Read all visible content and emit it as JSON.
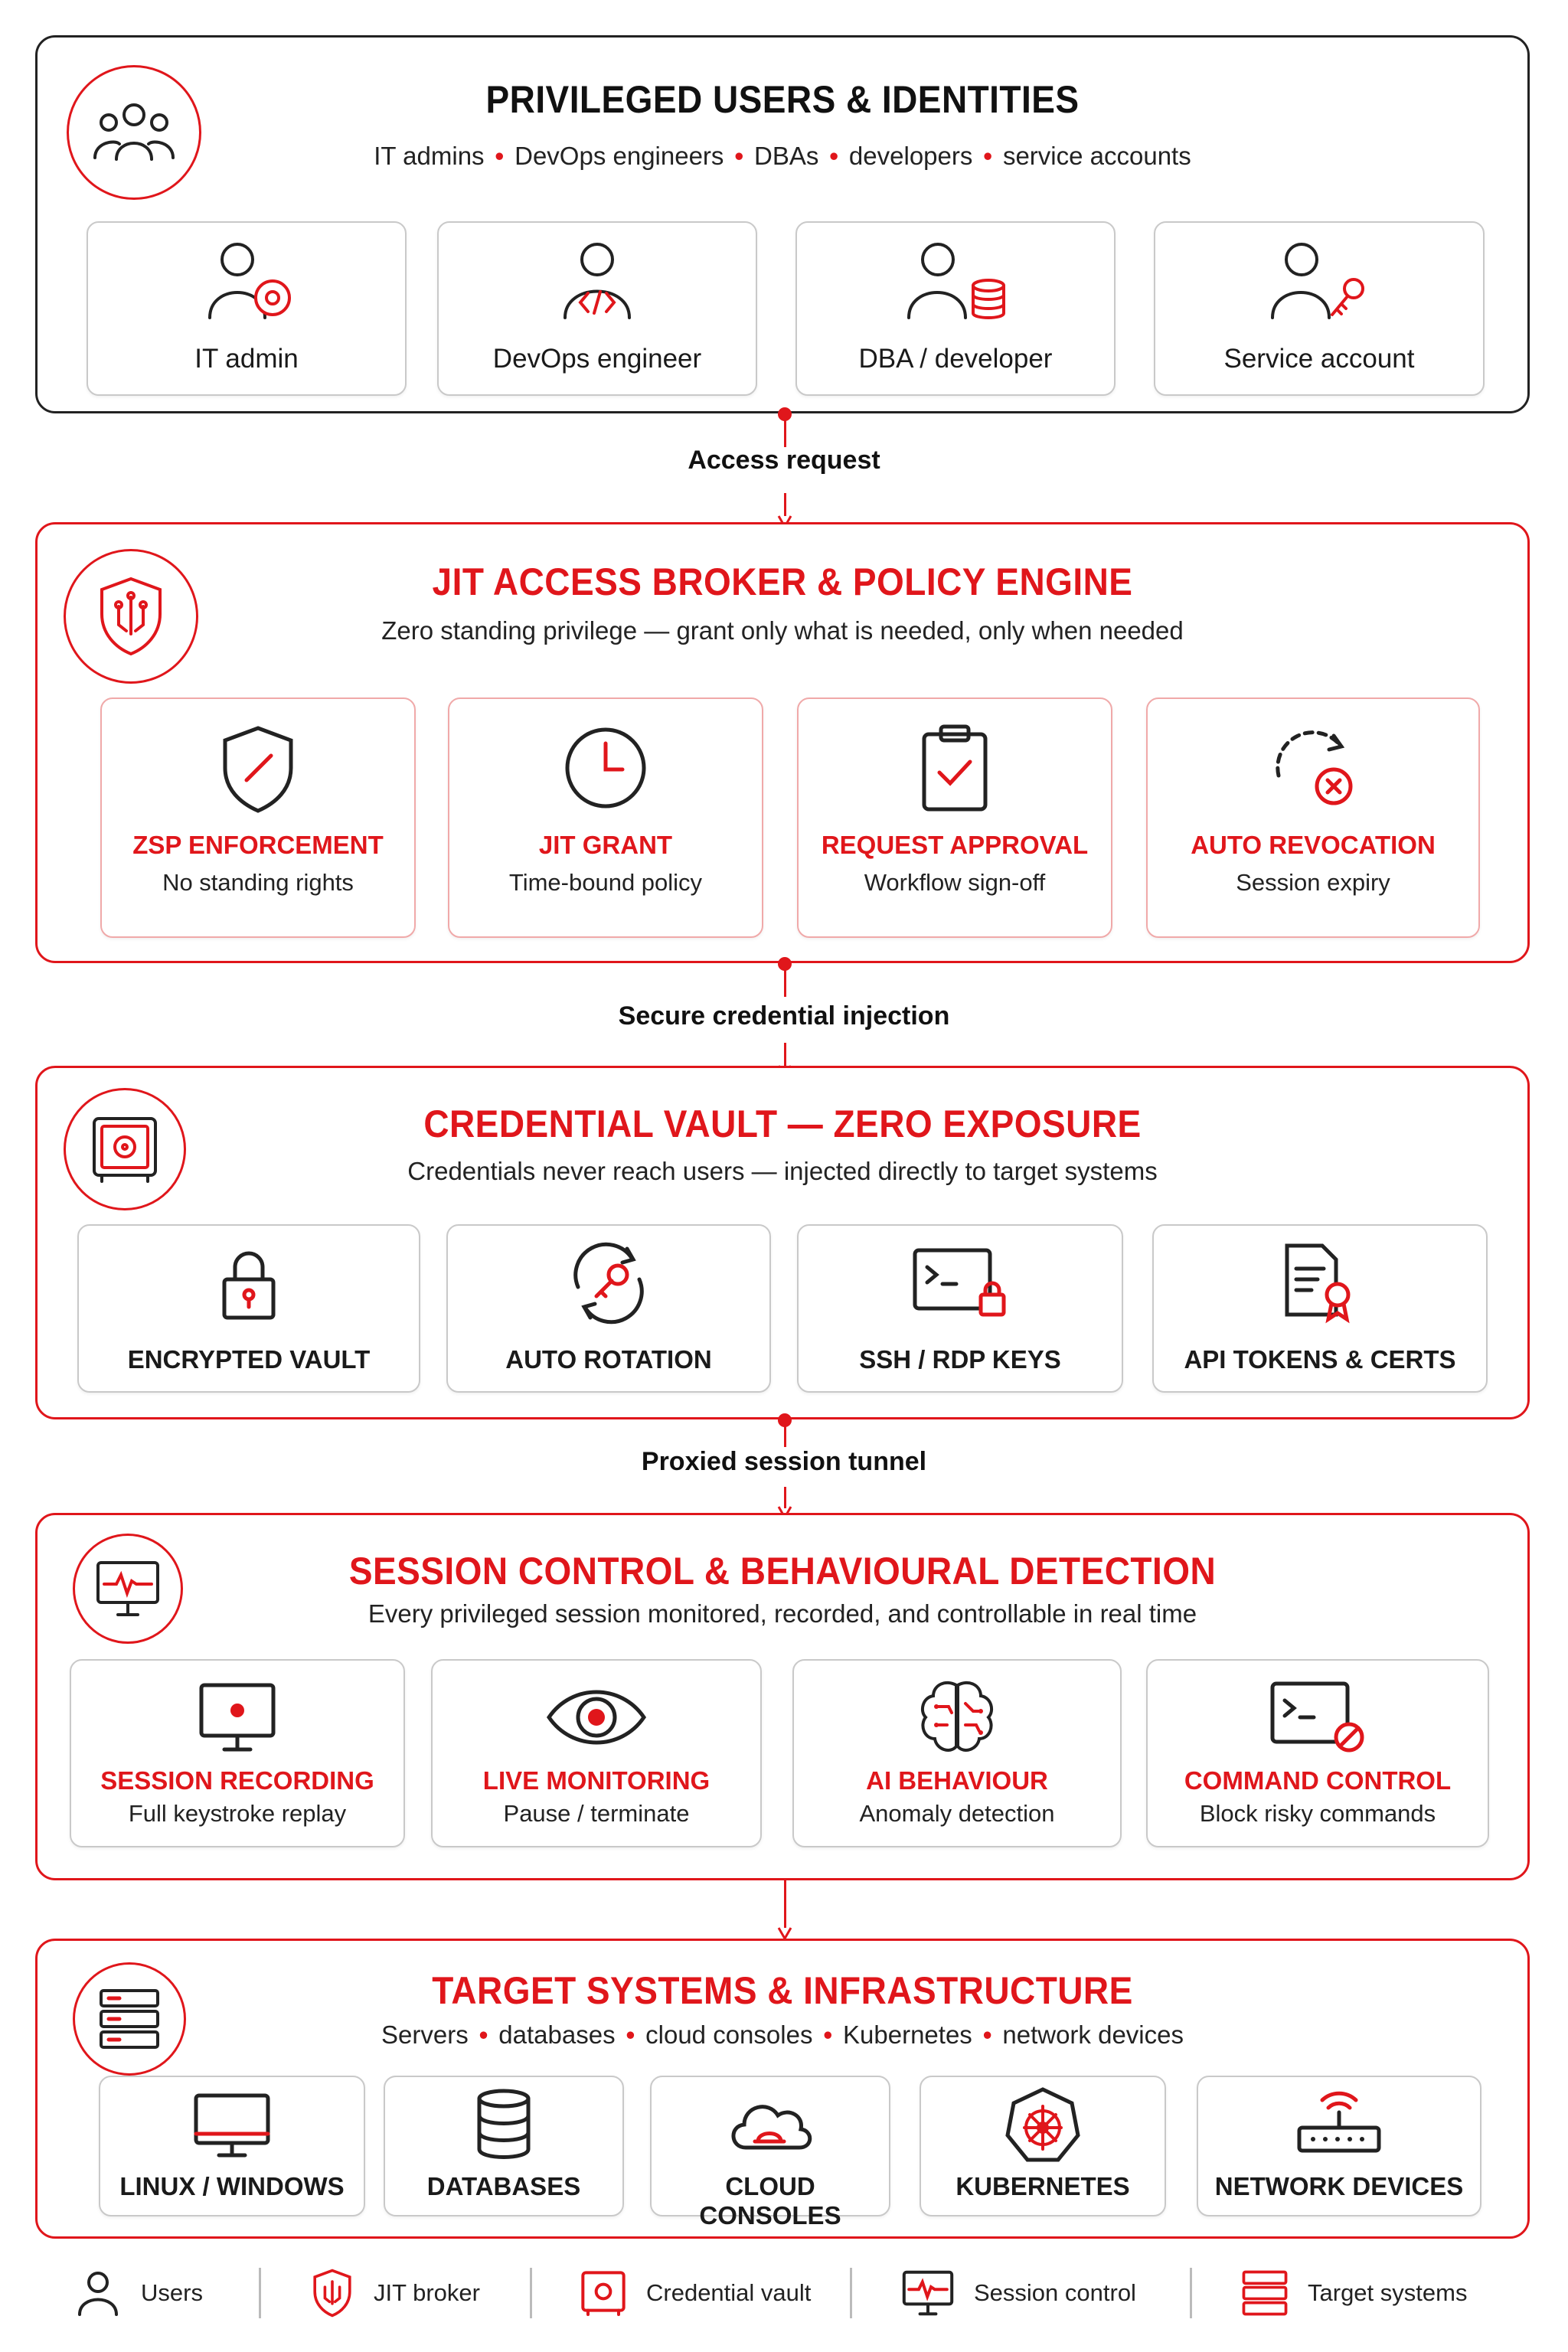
{
  "colors": {
    "accent": "#e0161b",
    "dark": "#111111",
    "card_border": "#c9c9c9"
  },
  "users": {
    "title": "PRIVILEGED USERS & IDENTITIES",
    "subtitle_items": [
      "IT admins",
      "DevOps engineers",
      "DBAs",
      "developers",
      "service accounts"
    ],
    "cards": [
      {
        "label": "IT admin",
        "icon": "user-gear-icon"
      },
      {
        "label": "DevOps engineer",
        "icon": "user-code-icon"
      },
      {
        "label": "DBA / developer",
        "icon": "user-database-icon"
      },
      {
        "label": "Service account",
        "icon": "user-key-icon"
      }
    ]
  },
  "connectors": [
    "Access request",
    "Secure credential injection",
    "Proxied session tunnel"
  ],
  "jit": {
    "title": "JIT ACCESS BROKER & POLICY ENGINE",
    "subtitle": "Zero standing privilege — grant only what is needed, only when needed",
    "cards": [
      {
        "title": "ZSP ENFORCEMENT",
        "sub": "No standing rights",
        "icon": "shield-slash-icon"
      },
      {
        "title": "JIT GRANT",
        "sub": "Time-bound policy",
        "icon": "clock-icon"
      },
      {
        "title": "REQUEST APPROVAL",
        "sub": "Workflow sign-off",
        "icon": "clipboard-check-icon"
      },
      {
        "title": "AUTO REVOCATION",
        "sub": "Session expiry",
        "icon": "revoke-cycle-icon"
      }
    ]
  },
  "vault": {
    "title": "CREDENTIAL VAULT — ZERO EXPOSURE",
    "subtitle": "Credentials never reach users — injected directly to target systems",
    "cards": [
      {
        "title": "ENCRYPTED VAULT",
        "icon": "padlock-icon"
      },
      {
        "title": "AUTO ROTATION",
        "icon": "key-rotation-icon"
      },
      {
        "title": "SSH / RDP KEYS",
        "icon": "terminal-lock-icon"
      },
      {
        "title": "API TOKENS & CERTS",
        "icon": "certificate-icon"
      }
    ]
  },
  "session": {
    "title": "SESSION CONTROL & BEHAVIOURAL DETECTION",
    "subtitle": "Every privileged session monitored, recorded, and controllable in real time",
    "cards": [
      {
        "title": "SESSION RECORDING",
        "sub": "Full keystroke replay",
        "icon": "record-monitor-icon"
      },
      {
        "title": "LIVE MONITORING",
        "sub": "Pause / terminate",
        "icon": "eye-icon"
      },
      {
        "title": "AI BEHAVIOUR",
        "sub": "Anomaly detection",
        "icon": "brain-circuit-icon"
      },
      {
        "title": "COMMAND CONTROL",
        "sub": "Block risky commands",
        "icon": "terminal-block-icon"
      }
    ]
  },
  "targets": {
    "title": "TARGET SYSTEMS & INFRASTRUCTURE",
    "subtitle_items": [
      "Servers",
      "databases",
      "cloud consoles",
      "Kubernetes",
      "network devices"
    ],
    "cards": [
      {
        "title": "LINUX / WINDOWS",
        "icon": "monitor-icon"
      },
      {
        "title": "DATABASES",
        "icon": "database-icon"
      },
      {
        "title": "CLOUD CONSOLES",
        "icon": "cloud-icon"
      },
      {
        "title": "KUBERNETES",
        "icon": "kubernetes-icon"
      },
      {
        "title": "NETWORK DEVICES",
        "icon": "router-icon"
      }
    ]
  },
  "legend": [
    {
      "label": "Users",
      "icon": "users-icon"
    },
    {
      "label": "JIT broker",
      "icon": "shield-circuit-icon"
    },
    {
      "label": "Credential vault",
      "icon": "safe-icon"
    },
    {
      "label": "Session control",
      "icon": "pulse-monitor-icon"
    },
    {
      "label": "Target systems",
      "icon": "server-stack-icon"
    }
  ]
}
